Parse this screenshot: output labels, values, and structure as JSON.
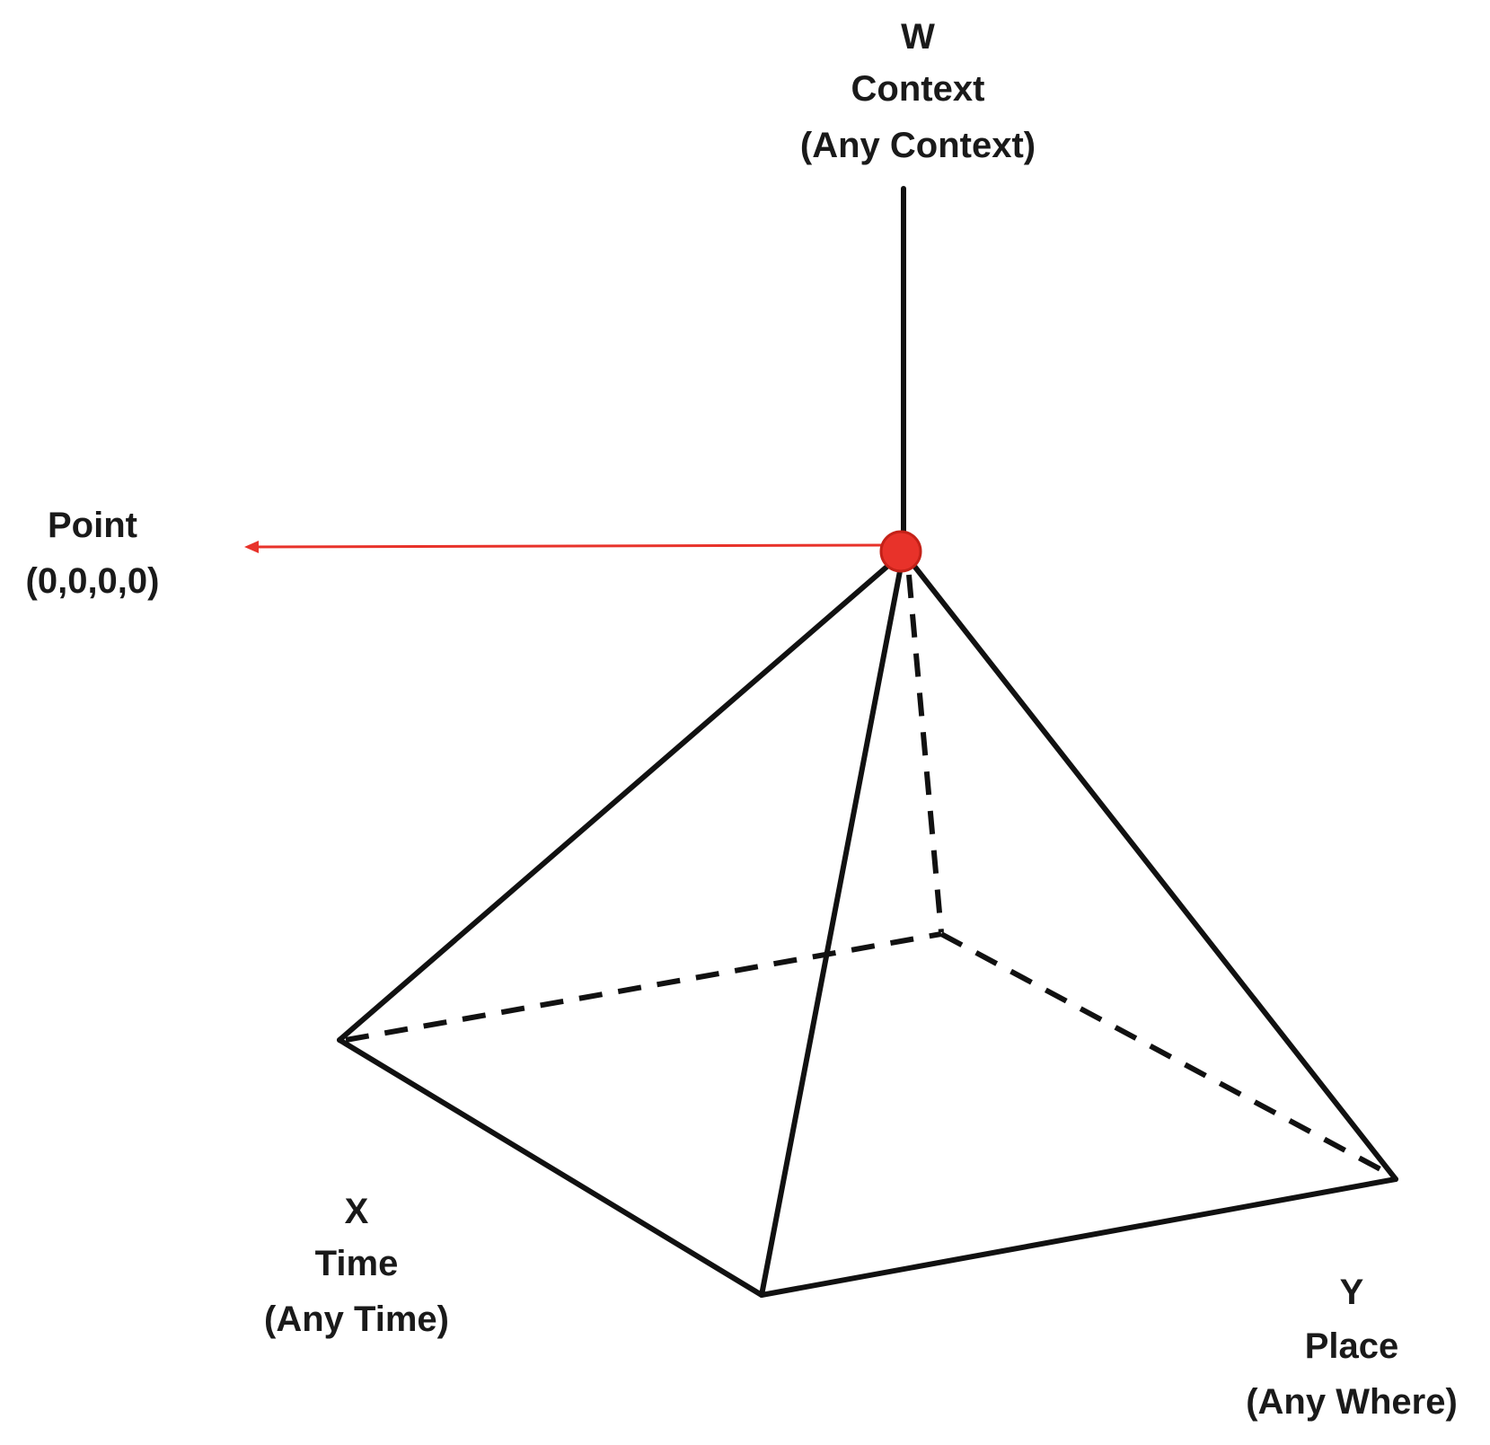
{
  "diagram": {
    "axes": {
      "w": {
        "letter": "W",
        "name": "Context",
        "range": "(Any Context)"
      },
      "x": {
        "letter": "X",
        "name": "Time",
        "range": "(Any Time)"
      },
      "y": {
        "letter": "Y",
        "name": "Place",
        "range": "(Any Where)"
      }
    },
    "origin": {
      "name": "Point",
      "coordinates": "(0,0,0,0)"
    },
    "colors": {
      "edge": "#111111",
      "origin_point": "#e8322a",
      "pointer_line": "#e8322a"
    }
  }
}
